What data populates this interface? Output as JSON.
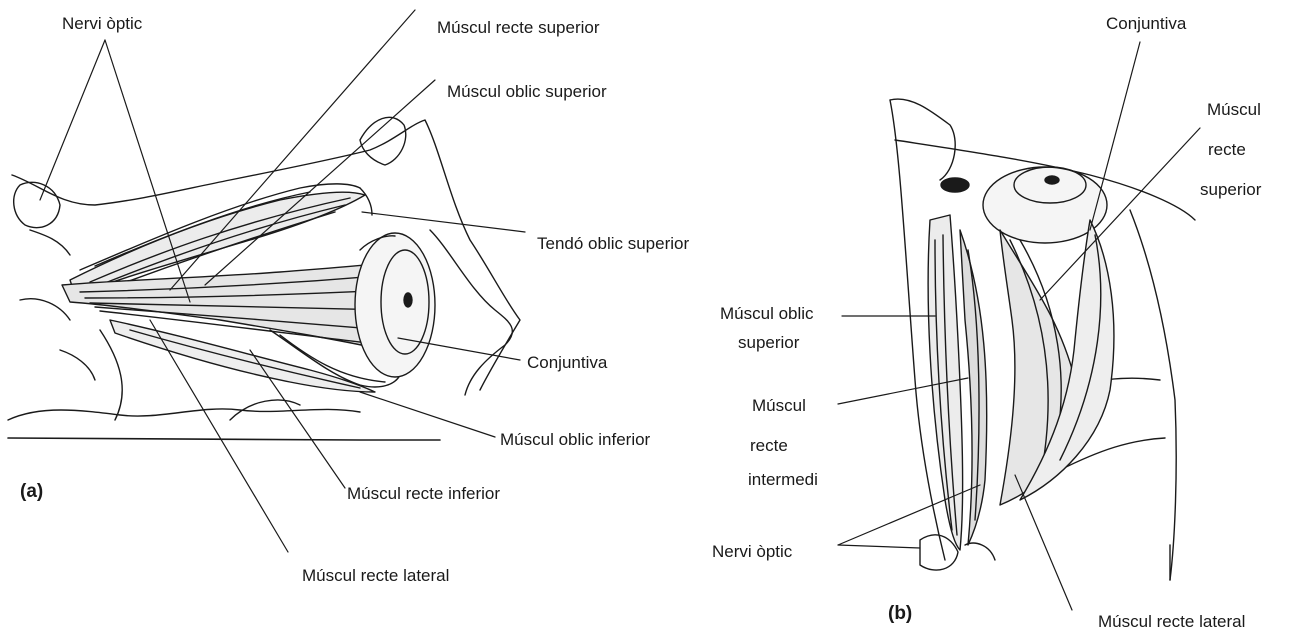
{
  "colors": {
    "ink": "#1a1a1a",
    "paper": "#ffffff",
    "shade": "#cfcfcf"
  },
  "panel_a": {
    "tag": "(a)",
    "labels": {
      "nervi_optic": "Nervi òptic",
      "muscul_recte_superior": "Múscul recte superior",
      "muscul_oblic_superior": "Múscul oblic superior",
      "tendo_oblic_superior": "Tendó oblic superior",
      "conjuntiva": "Conjuntiva",
      "muscul_oblic_inferior": "Múscul oblic inferior",
      "muscul_recte_inferior": "Múscul recte inferior",
      "muscul_recte_lateral": "Múscul recte lateral"
    }
  },
  "panel_b": {
    "tag": "(b)",
    "labels": {
      "conjuntiva": "Conjuntiva",
      "muscul_recte_superior_1": "Múscul",
      "muscul_recte_superior_2": "recte",
      "muscul_recte_superior_3": "superior",
      "muscul_oblic_superior_1": "Múscul oblic",
      "muscul_oblic_superior_2": "superior",
      "muscul_recte_intermedi_1": "Múscul",
      "muscul_recte_intermedi_2": "recte",
      "muscul_recte_intermedi_3": "intermedi",
      "nervi_optic": "Nervi òptic",
      "muscul_recte_lateral": "Múscul recte lateral"
    }
  }
}
